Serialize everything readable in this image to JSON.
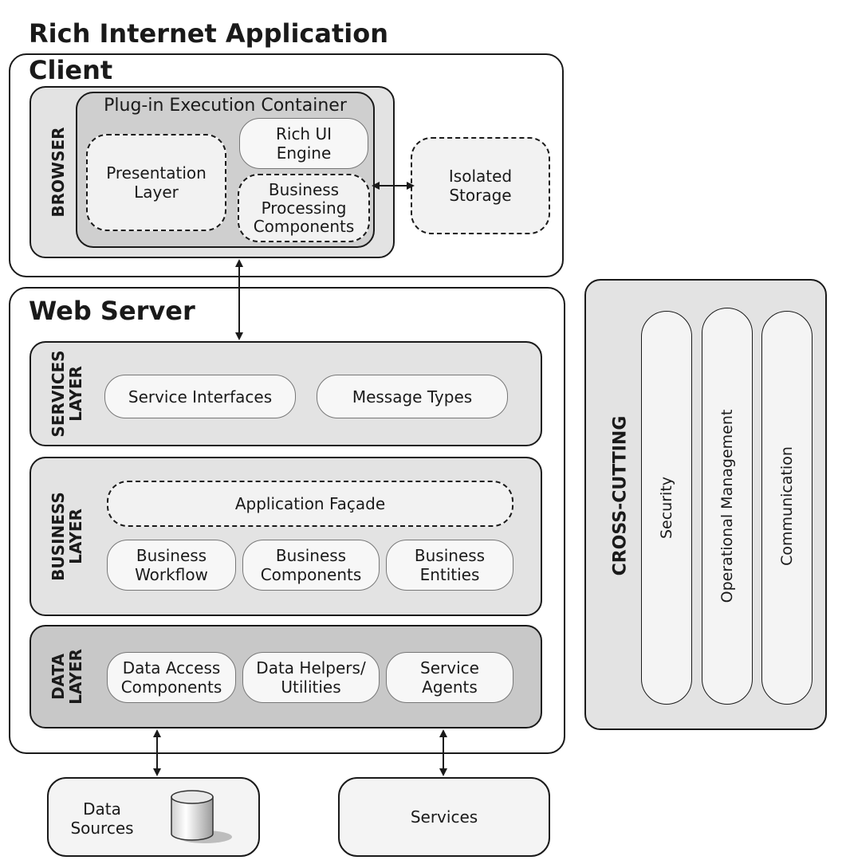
{
  "title": "Rich Internet Application",
  "client": {
    "heading": "Client",
    "browser_label": "BROWSER",
    "plugin_container": "Plug-in Execution Container",
    "presentation_layer": "Presentation\nLayer",
    "rich_ui_engine": "Rich UI\nEngine",
    "business_processing": "Business\nProcessing\nComponents",
    "isolated_storage": "Isolated\nStorage"
  },
  "web_server": {
    "heading": "Web Server",
    "services_layer": {
      "label": "SERVICES\nLAYER",
      "items": [
        "Service Interfaces",
        "Message Types"
      ]
    },
    "business_layer": {
      "label": "BUSINESS\nLAYER",
      "facade": "Application Façade",
      "items": [
        "Business\nWorkflow",
        "Business\nComponents",
        "Business\nEntities"
      ]
    },
    "data_layer": {
      "label": "DATA\nLAYER",
      "items": [
        "Data Access\nComponents",
        "Data Helpers/\nUtilities",
        "Service\nAgents"
      ]
    }
  },
  "cross_cutting": {
    "label": "CROSS-CUTTING",
    "items": [
      "Security",
      "Operational Management",
      "Communication"
    ]
  },
  "external": {
    "data_sources": "Data\nSources",
    "services": "Services"
  }
}
